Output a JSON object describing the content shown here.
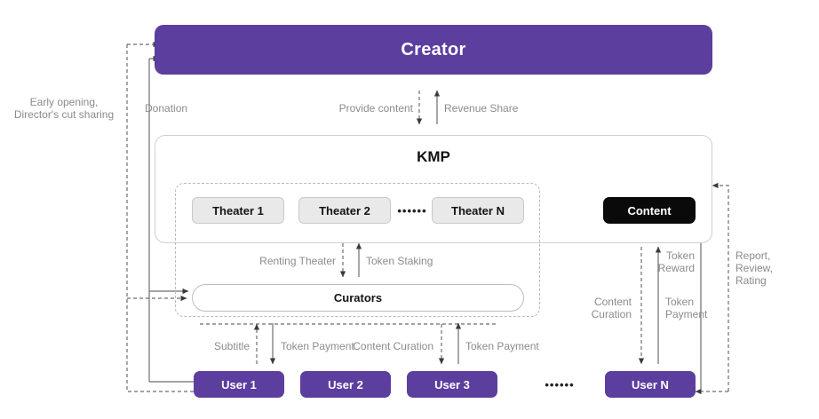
{
  "diagram": {
    "title": "KMP ecosystem token flow diagram",
    "colors": {
      "purple": "#5C3E9E",
      "black": "#0A0A0A",
      "theater_gray": "#E9E9E9",
      "label_gray": "#8B8B8B",
      "border_gray": "#CFCFCF"
    },
    "nodes": {
      "creator": "Creator",
      "kmp": "KMP",
      "content": "Content",
      "curators": "Curators",
      "theaters": [
        "Theater 1",
        "Theater 2",
        "Theater N"
      ],
      "theater_ellipsis": "••••••",
      "users": [
        "User 1",
        "User 2",
        "User 3",
        "User N"
      ],
      "user_ellipsis": "••••••"
    },
    "edge_labels": {
      "early_opening": "Early opening,\nDirector's cut sharing",
      "donation": "Donation",
      "provide_content": "Provide content",
      "revenue_share": "Revenue Share",
      "renting_theater": "Renting Theater",
      "token_staking": "Token Staking",
      "subtitle": "Subtitle",
      "token_payment_left": "Token Payment",
      "content_curation_mid": "Content Curation",
      "token_payment_mid": "Token Payment",
      "content_curation_right": "Content\nCuration",
      "token_payment_right": "Token\nPayment",
      "token_reward": "Token\nReward",
      "report_review_rating": "Report,\nReview,\nRating"
    }
  }
}
